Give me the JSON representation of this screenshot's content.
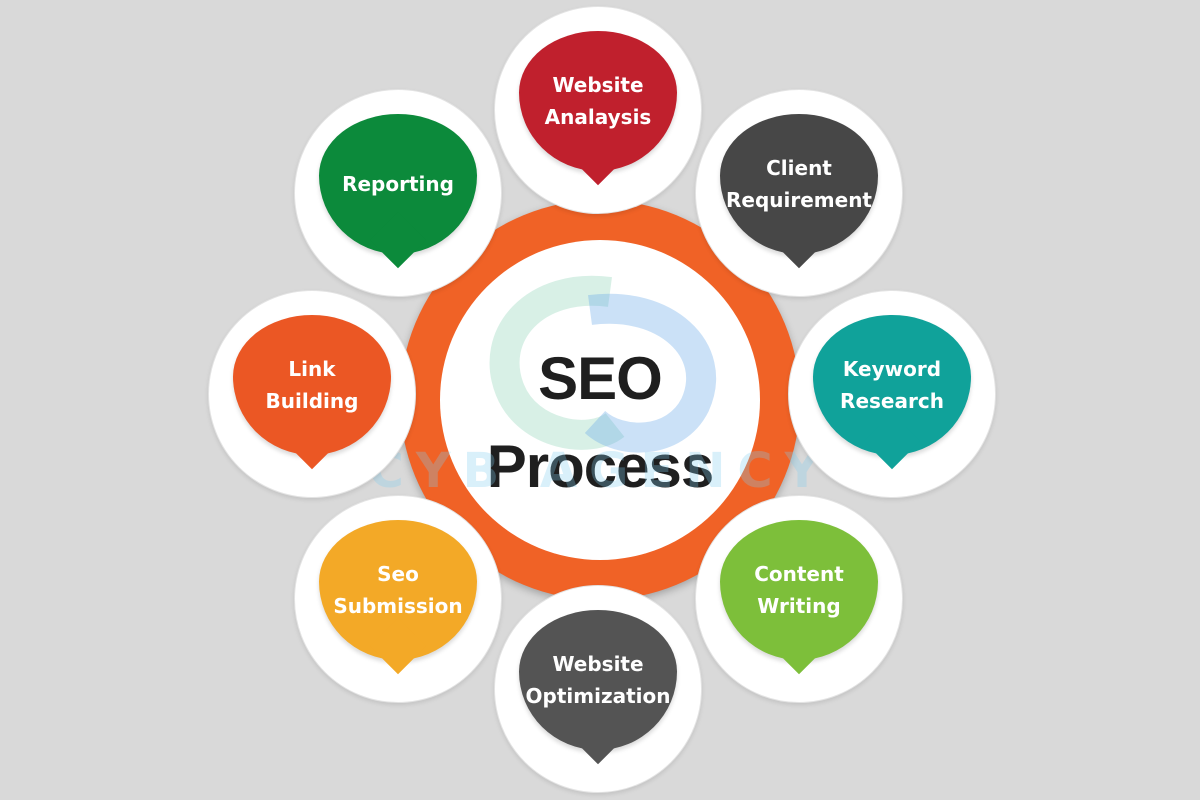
{
  "center": {
    "title": "SEO\nProcess",
    "ring_color": "#f06226"
  },
  "watermark": {
    "text": "CYB AGENCY",
    "color": "#82cdf0"
  },
  "nodes": [
    {
      "id": "website-analysis",
      "label": "Website\nAnalaysis",
      "color": "#c0202d"
    },
    {
      "id": "client-requirement",
      "label": "Client\nRequirement",
      "color": "#474747"
    },
    {
      "id": "keyword-research",
      "label": "Keyword\nResearch",
      "color": "#10a29a"
    },
    {
      "id": "content-writing",
      "label": "Content\nWriting",
      "color": "#7dbf3a"
    },
    {
      "id": "website-optimization",
      "label": "Website\nOptimization",
      "color": "#545454"
    },
    {
      "id": "seo-submission",
      "label": "Seo\nSubmission",
      "color": "#f3a927"
    },
    {
      "id": "link-building",
      "label": "Link\nBuilding",
      "color": "#eb5724"
    },
    {
      "id": "reporting",
      "label": "Reporting",
      "color": "#0c8a3b"
    }
  ]
}
